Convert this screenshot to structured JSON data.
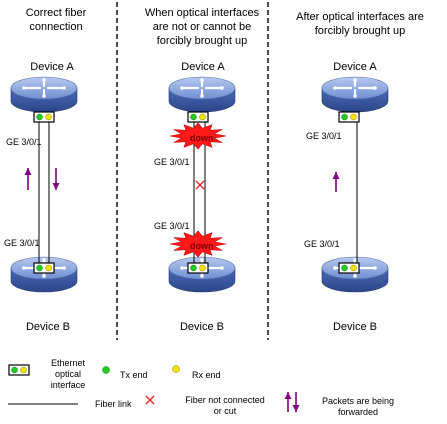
{
  "columns": [
    {
      "header": [
        "Correct fiber",
        "connection"
      ],
      "top_device": "Device A",
      "bottom_device": "Device B",
      "top_port": "GE 3/0/1",
      "bottom_port": "GE 3/0/1"
    },
    {
      "header": [
        "When optical interfaces",
        "are not or cannot be",
        "forcibly brought up"
      ],
      "top_device": "Device A",
      "bottom_device": "Device B",
      "top_port": "GE 3/0/1",
      "bottom_port": "GE 3/0/1",
      "down_label": "down"
    },
    {
      "header": [
        "After optical interfaces are",
        "forcibly brought up"
      ],
      "top_device": "Device A",
      "bottom_device": "Device B",
      "top_port": "GE 3/0/1",
      "bottom_port": "GE 3/0/1"
    }
  ],
  "legend": {
    "ethernet_interface": [
      "Ethernet",
      "optical",
      "interface"
    ],
    "tx_end": "Tx end",
    "rx_end": "Rx end",
    "fiber_link": "Fiber link",
    "fiber_cut": [
      "Fiber not connected",
      "or cut"
    ],
    "packets": [
      "Packets are being",
      "forwarded"
    ]
  },
  "colors": {
    "router_top": "#8fa8dc",
    "router_body": "#3f5fa8",
    "tx_green": "#22cc22",
    "rx_yellow": "#f2e200",
    "arrow_purple": "#800080",
    "cross_red": "#ee2222",
    "burst_red": "#ff1a1a"
  }
}
